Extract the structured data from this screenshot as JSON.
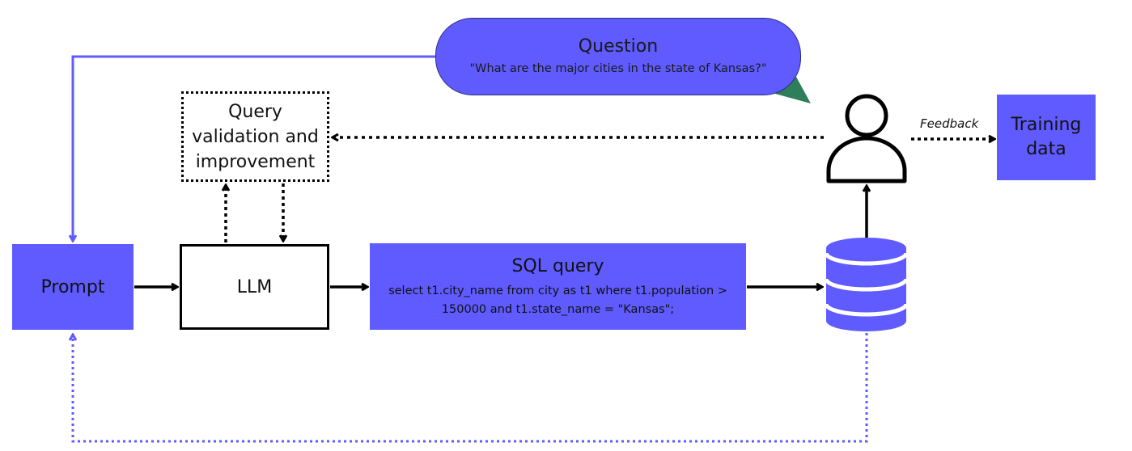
{
  "question": {
    "title": "Question",
    "text": "\"What are the major cities in the state of Kansas?\""
  },
  "validation": {
    "lines": [
      "Query",
      "validation and",
      "improvement"
    ]
  },
  "prompt": {
    "label": "Prompt"
  },
  "llm": {
    "label": "LLM"
  },
  "sql": {
    "title": "SQL query",
    "line1": "select t1.city_name from city as t1 where t1.population >",
    "line2": "150000 and t1.state_name = \"Kansas\";"
  },
  "feedback": {
    "label": "Feedback"
  },
  "training": {
    "lines": [
      "Training",
      "data"
    ]
  },
  "colors": {
    "accent": "#5f5bff",
    "tail": "#2e7d5b",
    "line": "#000000"
  },
  "icons": [
    "user-icon",
    "database-icon"
  ]
}
